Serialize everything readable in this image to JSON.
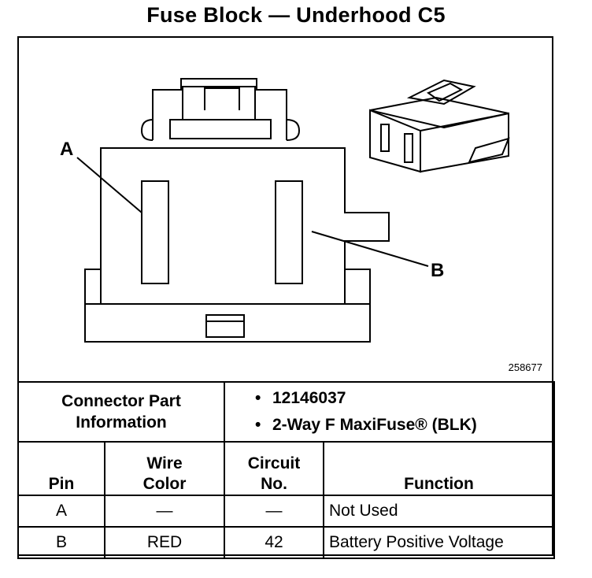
{
  "title": "Fuse Block — Underhood C5",
  "figure": {
    "id": "258677",
    "callouts": {
      "a": "A",
      "b": "B"
    }
  },
  "connector": {
    "label_line1": "Connector Part",
    "label_line2": "Information",
    "items": [
      "12146037",
      "2-Way F MaxiFuse® (BLK)"
    ]
  },
  "table": {
    "headers": {
      "pin": "Pin",
      "wire_line1": "Wire",
      "wire_line2": "Color",
      "circuit_line1": "Circuit",
      "circuit_line2": "No.",
      "function": "Function"
    },
    "rows": [
      {
        "pin": "A",
        "wire_color": "—",
        "circuit": "—",
        "function": "Not Used"
      },
      {
        "pin": "B",
        "wire_color": "RED",
        "circuit": "42",
        "function": "Battery Positive Voltage"
      }
    ]
  }
}
